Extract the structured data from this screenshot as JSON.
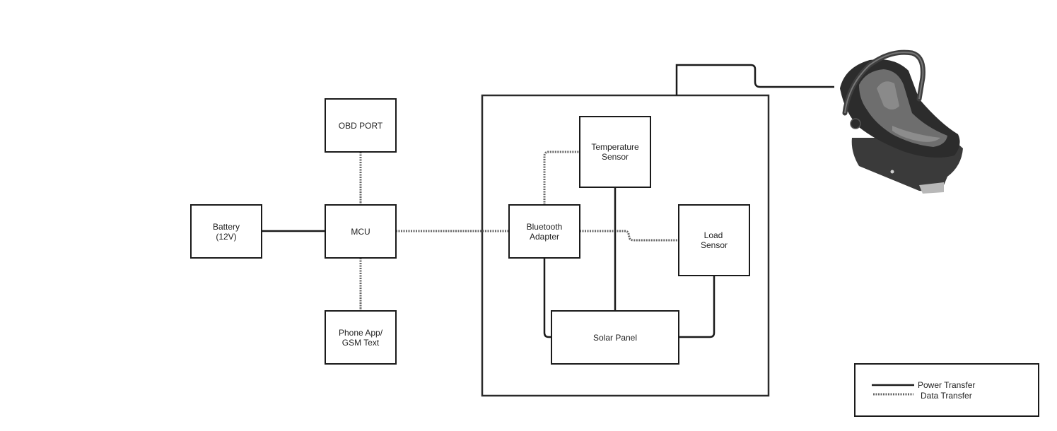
{
  "diagram": {
    "nodes": {
      "obd_port": {
        "lines": [
          "OBD PORT"
        ]
      },
      "battery": {
        "lines": [
          "Battery",
          "(12V)"
        ]
      },
      "mcu": {
        "lines": [
          "MCU"
        ]
      },
      "phone_app": {
        "lines": [
          "Phone App/",
          "GSM Text"
        ]
      },
      "temperature_sensor": {
        "lines": [
          "Temperature",
          "Sensor"
        ]
      },
      "bluetooth_adapter": {
        "lines": [
          "Bluetooth",
          "Adapter"
        ]
      },
      "load_sensor": {
        "lines": [
          "Load",
          "Sensor"
        ]
      },
      "solar_panel": {
        "lines": [
          "Solar Panel"
        ]
      }
    },
    "edges": [
      {
        "from": "battery",
        "to": "mcu",
        "type": "power"
      },
      {
        "from": "obd_port",
        "to": "mcu",
        "type": "data"
      },
      {
        "from": "mcu",
        "to": "phone_app",
        "type": "data"
      },
      {
        "from": "mcu",
        "to": "bluetooth_adapter",
        "type": "data"
      },
      {
        "from": "bluetooth_adapter",
        "to": "temperature_sensor",
        "type": "data"
      },
      {
        "from": "bluetooth_adapter",
        "to": "load_sensor",
        "type": "data"
      },
      {
        "from": "bluetooth_adapter",
        "to": "solar_panel",
        "type": "power"
      },
      {
        "from": "temperature_sensor",
        "to": "solar_panel",
        "type": "power"
      },
      {
        "from": "load_sensor",
        "to": "solar_panel",
        "type": "power"
      },
      {
        "from": "seat_module",
        "to": "car_seat_image",
        "type": "power"
      }
    ],
    "image": {
      "subject": "infant car seat",
      "icon": "car-seat-image"
    },
    "legend": {
      "power_label": "Power Transfer",
      "data_label": "Data Transfer"
    }
  }
}
